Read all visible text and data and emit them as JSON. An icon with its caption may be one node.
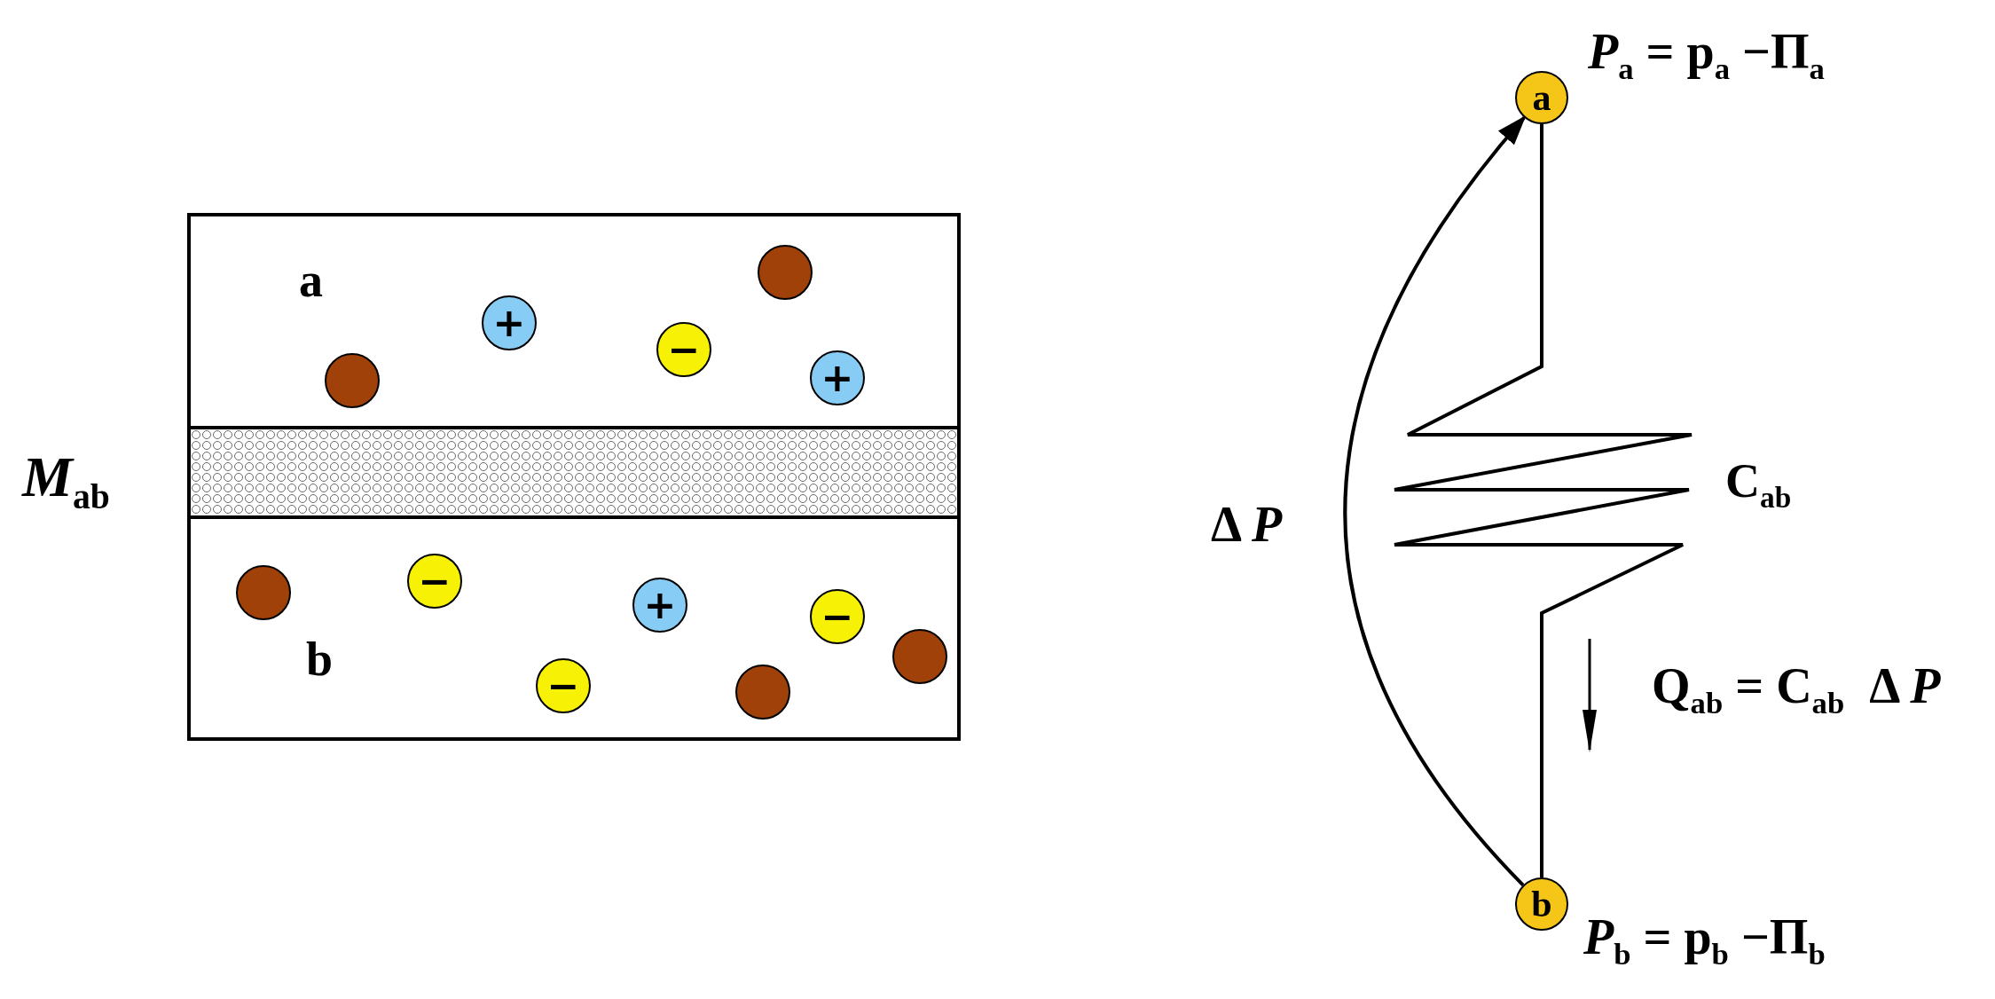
{
  "diagram": {
    "nodes": [
      {
        "text": [
          "a"
        ]
      },
      {
        "text": [],
        "shape": "circle",
        "in": 0
      },
      {
        "text": [
          "+"
        ],
        "in": 0
      },
      {
        "text": [
          "−"
        ],
        "in": 0
      },
      {
        "text": [
          "+"
        ],
        "in": 0
      },
      {
        "text": [],
        "shape": "circle",
        "in": 0
      },
      {
        "text": [
          "*M*$_{ab}$"
        ]
      },
      {
        "text": [
          "b"
        ]
      },
      {
        "text": [
          "−"
        ],
        "in": 7
      },
      {
        "text": [],
        "shape": "circle",
        "in": 7
      },
      {
        "text": [
          "+"
        ],
        "in": 7
      },
      {
        "text": [
          "−"
        ],
        "in": 7
      },
      {
        "text": [],
        "shape": "circle",
        "in": 7
      },
      {
        "text": [
          "−"
        ],
        "in": 7
      },
      {
        "text": [],
        "shape": "circle",
        "in": 7
      },
      {
        "text": [
          "a"
        ],
        "beside": [
          "*P*$_{a}$ = p$_{a}$ −Π$_{a}$"
        ]
      },
      {
        "text": [
          "b"
        ],
        "beside": [
          "*P*$_{b}$ = p$_{b}$ −Π$_{b}$"
        ]
      }
    ],
    "edges": [
      {
        "from": 15,
        "to": 16,
        "arrow": "none",
        "label": "C$_{ab}$"
      },
      {
        "from": 16,
        "to": 15,
        "arrow": "to",
        "label": "Δ *P*"
      }
    ],
    "labels": [
      "Q$_{ab}$ = C$_{ab}$  Δ *P*"
    ]
  }
}
